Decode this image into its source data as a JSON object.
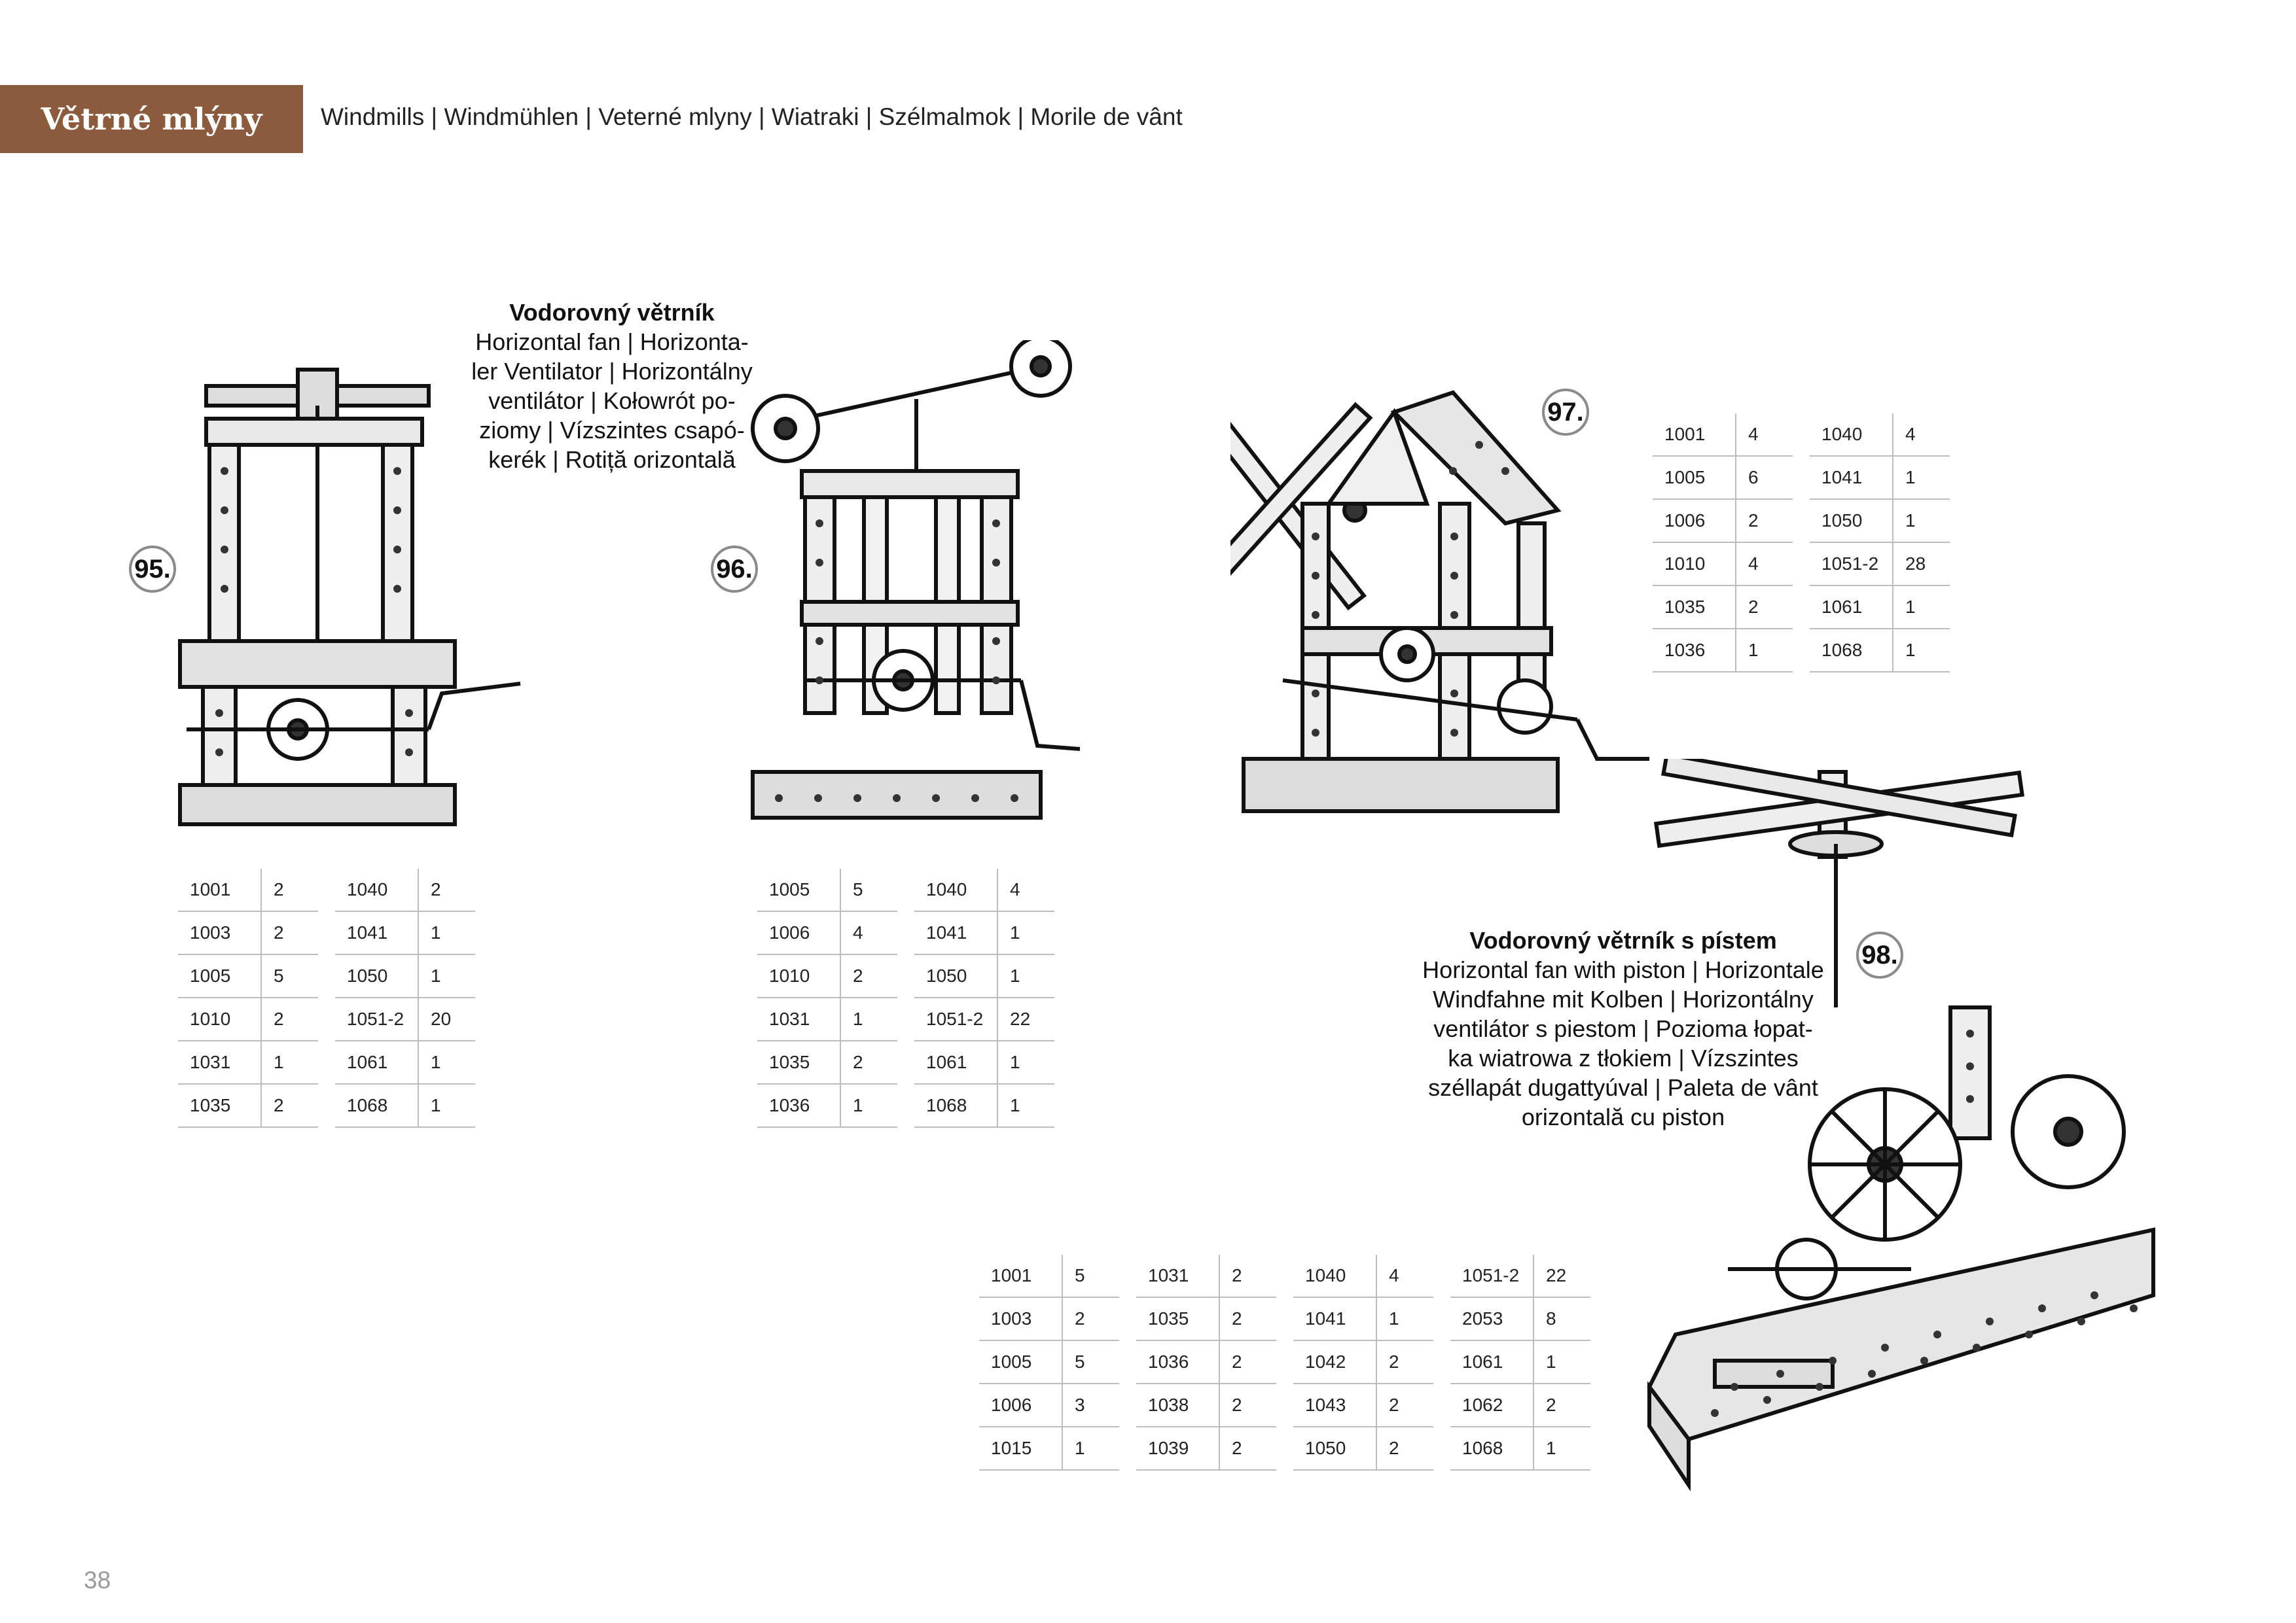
{
  "header": {
    "title": "Větrné mlýny",
    "subtitle": "Windmills | Windmühlen | Veterné mlyny | Wiatraki | Szélmalmok | Morile de vânt"
  },
  "page_number": "38",
  "models": [
    {
      "number": "95.",
      "caption_title": "Vodorovný větrník",
      "caption_lines": [
        "Horizontal fan | Horizonta-",
        "ler Ventilator | Horizontálny",
        "ventilátor | Kołowrót po-",
        "ziomy | Vízszintes csapó-",
        "kerék | Rotiță orizontală"
      ],
      "parts": [
        [
          [
            "1001",
            "2"
          ],
          [
            "1003",
            "2"
          ],
          [
            "1005",
            "5"
          ],
          [
            "1010",
            "2"
          ],
          [
            "1031",
            "1"
          ],
          [
            "1035",
            "2"
          ]
        ],
        [
          [
            "1040",
            "2"
          ],
          [
            "1041",
            "1"
          ],
          [
            "1050",
            "1"
          ],
          [
            "1051-2",
            "20"
          ],
          [
            "1061",
            "1"
          ],
          [
            "1068",
            "1"
          ]
        ]
      ]
    },
    {
      "number": "96.",
      "parts": [
        [
          [
            "1005",
            "5"
          ],
          [
            "1006",
            "4"
          ],
          [
            "1010",
            "2"
          ],
          [
            "1031",
            "1"
          ],
          [
            "1035",
            "2"
          ],
          [
            "1036",
            "1"
          ]
        ],
        [
          [
            "1040",
            "4"
          ],
          [
            "1041",
            "1"
          ],
          [
            "1050",
            "1"
          ],
          [
            "1051-2",
            "22"
          ],
          [
            "1061",
            "1"
          ],
          [
            "1068",
            "1"
          ]
        ]
      ]
    },
    {
      "number": "97.",
      "parts": [
        [
          [
            "1001",
            "4"
          ],
          [
            "1005",
            "6"
          ],
          [
            "1006",
            "2"
          ],
          [
            "1010",
            "4"
          ],
          [
            "1035",
            "2"
          ],
          [
            "1036",
            "1"
          ]
        ],
        [
          [
            "1040",
            "4"
          ],
          [
            "1041",
            "1"
          ],
          [
            "1050",
            "1"
          ],
          [
            "1051-2",
            "28"
          ],
          [
            "1061",
            "1"
          ],
          [
            "1068",
            "1"
          ]
        ]
      ]
    },
    {
      "number": "98.",
      "caption_title": "Vodorovný větrník s pístem",
      "caption_lines": [
        "Horizontal fan with piston | Horizontale",
        "Windfahne mit Kolben | Horizontálny",
        "ventilátor s piestom | Pozioma łopat-",
        "ka wiatrowa z tłokiem | Vízszintes",
        "széllapát dugattyúval | Paleta de vânt",
        "orizontală cu piston"
      ],
      "parts": [
        [
          [
            "1001",
            "5"
          ],
          [
            "1003",
            "2"
          ],
          [
            "1005",
            "5"
          ],
          [
            "1006",
            "3"
          ],
          [
            "1015",
            "1"
          ]
        ],
        [
          [
            "1031",
            "2"
          ],
          [
            "1035",
            "2"
          ],
          [
            "1036",
            "2"
          ],
          [
            "1038",
            "2"
          ],
          [
            "1039",
            "2"
          ]
        ],
        [
          [
            "1040",
            "4"
          ],
          [
            "1041",
            "1"
          ],
          [
            "1042",
            "2"
          ],
          [
            "1043",
            "2"
          ],
          [
            "1050",
            "2"
          ]
        ],
        [
          [
            "1051-2",
            "22"
          ],
          [
            "2053",
            "8"
          ],
          [
            "1061",
            "1"
          ],
          [
            "1062",
            "2"
          ],
          [
            "1068",
            "1"
          ]
        ]
      ]
    }
  ]
}
